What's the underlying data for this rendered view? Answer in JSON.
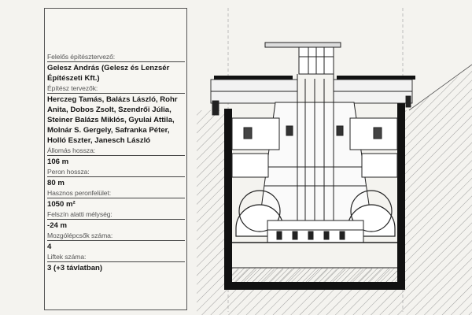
{
  "fields": [
    {
      "label": "Felelős építésztervező:",
      "value": "Gelesz András (Gelesz és Lenzsér Építészeti Kft.)"
    },
    {
      "label": "Építész tervezők:",
      "value": "Herczeg Tamás, Balázs László, Rohr Anita, Dobos Zsolt, Szendrői Júlia, Steiner Balázs Miklós, Gyulai Attila, Molnár S. Gergely, Safranka Péter, Holló Eszter, Janesch László"
    },
    {
      "label": "Állomás hossza:",
      "value": "106 m"
    },
    {
      "label": "Peron hossza:",
      "value": "80 m"
    },
    {
      "label": "Hasznos peronfelület:",
      "value": "1050 m²"
    },
    {
      "label": "Felszín alatti mélység:",
      "value": "-24 m"
    },
    {
      "label": "Mozgólépcsők száma:",
      "value": "4"
    },
    {
      "label": "Liftek száma:",
      "value": "3 (+3 távlatban)"
    }
  ]
}
